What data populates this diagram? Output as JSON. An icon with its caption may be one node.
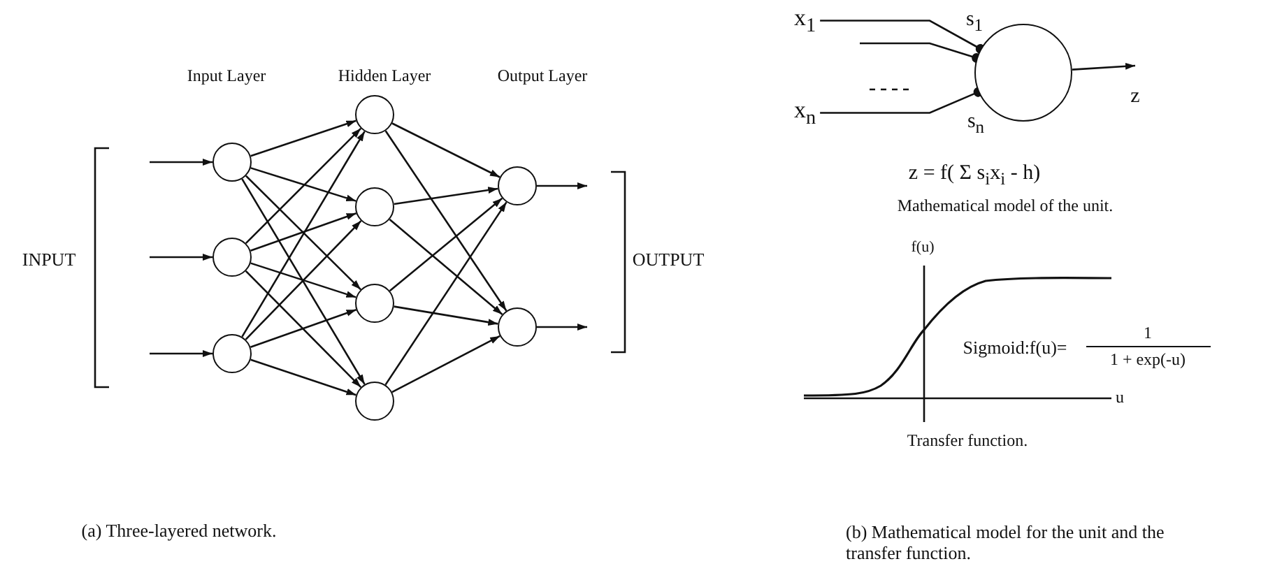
{
  "diagram": {
    "nodes": [
      {
        "text": [],
        "shape": "circle"
      },
      {
        "text": [],
        "shape": "circle"
      },
      {
        "text": [],
        "shape": "circle"
      },
      {
        "text": [],
        "shape": "circle"
      },
      {
        "text": [],
        "shape": "circle"
      },
      {
        "text": [],
        "shape": "circle"
      },
      {
        "text": [],
        "shape": "circle"
      },
      {
        "text": [],
        "shape": "circle"
      },
      {
        "text": [],
        "shape": "circle"
      },
      {
        "text": [
          "x$_{1}$"
        ]
      },
      {
        "text": [
          "x$_{n}$"
        ]
      },
      {
        "text": [],
        "shape": "circle"
      }
    ],
    "edges": [
      {
        "from": null,
        "to": 0,
        "arrow": "to"
      },
      {
        "from": null,
        "to": 1,
        "arrow": "to"
      },
      {
        "from": null,
        "to": 2,
        "arrow": "to"
      },
      {
        "from": 0,
        "to": 3,
        "arrow": "to"
      },
      {
        "from": 0,
        "to": 4,
        "arrow": "to"
      },
      {
        "from": 0,
        "to": 5,
        "arrow": "to"
      },
      {
        "from": 0,
        "to": 6,
        "arrow": "to"
      },
      {
        "from": 1,
        "to": 3,
        "arrow": "to"
      },
      {
        "from": 1,
        "to": 4,
        "arrow": "to"
      },
      {
        "from": 1,
        "to": 5,
        "arrow": "to"
      },
      {
        "from": 1,
        "to": 6,
        "arrow": "to"
      },
      {
        "from": 2,
        "to": 3,
        "arrow": "to"
      },
      {
        "from": 2,
        "to": 4,
        "arrow": "to"
      },
      {
        "from": 2,
        "to": 5,
        "arrow": "to"
      },
      {
        "from": 2,
        "to": 6,
        "arrow": "to"
      },
      {
        "from": 3,
        "to": 7,
        "arrow": "to"
      },
      {
        "from": 3,
        "to": 8,
        "arrow": "to"
      },
      {
        "from": 4,
        "to": 7,
        "arrow": "to"
      },
      {
        "from": 4,
        "to": 8,
        "arrow": "to"
      },
      {
        "from": 5,
        "to": 7,
        "arrow": "to"
      },
      {
        "from": 5,
        "to": 8,
        "arrow": "to"
      },
      {
        "from": 6,
        "to": 7,
        "arrow": "to"
      },
      {
        "from": 6,
        "to": 8,
        "arrow": "to"
      },
      {
        "from": 7,
        "to": null,
        "arrow": "to"
      },
      {
        "from": 8,
        "to": null,
        "arrow": "to"
      },
      {
        "from": 9,
        "to": 11,
        "arrow": "other"
      },
      {
        "from": null,
        "to": 11,
        "arrow": "other"
      },
      {
        "from": 10,
        "to": 11,
        "arrow": "other"
      },
      {
        "from": 11,
        "to": null,
        "arrow": "to"
      }
    ],
    "labels": [
      "Input Layer",
      "Hidden Layer",
      "Output Layer",
      "INPUT",
      "OUTPUT",
      "s$_{1}$",
      "s$_{n}$",
      "z",
      "z = f( Σ s$_{i}$x$_{i}$ - h)",
      "Mathematical model of the unit.",
      "f(u)",
      "Sigmoid:f(u)=",
      "1",
      "1 + exp(-u)",
      "u",
      "Transfer function.",
      "(a) Three-layered network.",
      "(b) Mathematical model for the unit and the transfer function."
    ]
  }
}
